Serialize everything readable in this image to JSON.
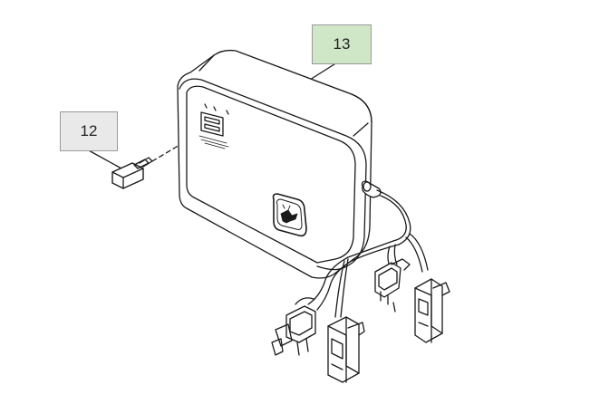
{
  "callouts": [
    {
      "id": "13",
      "label": "13",
      "fill": "#cfe6c7"
    },
    {
      "id": "12",
      "label": "12",
      "fill": "#e9e9e9"
    }
  ],
  "colors": {
    "line": "#1a1a1a",
    "background": "#ffffff"
  },
  "icons": {
    "logo": "deer-logo-icon"
  }
}
